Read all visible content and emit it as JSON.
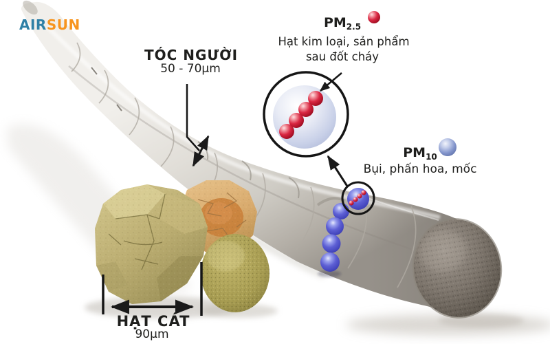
{
  "logo": {
    "air": "AIR",
    "sun": "SUN"
  },
  "labels": {
    "hair": {
      "title": "TÓC NGƯỜI",
      "size": "50 - 70µm"
    },
    "pm25": {
      "name": "PM",
      "sub": "2.5",
      "desc1": "Hạt kim loại, sản phẩm",
      "desc2": "sau đốt cháy"
    },
    "pm10": {
      "name": "PM",
      "sub": "10",
      "desc": "Bụi, phấn hoa, mốc"
    },
    "sand": {
      "title": "HẠT CÁT",
      "size": "90µm"
    }
  },
  "palette": {
    "logo_air_blue": "#2f80a6",
    "logo_sun_orange": "#f7941e",
    "pm25_red": "#c8182f",
    "pm10_blue": "#5a68b8",
    "chain_blue": "#4b4ec6",
    "hair_gray": "#d6d2cb",
    "hair_end_gray": "#6b635c",
    "sand_khaki": "#bcae72",
    "sand_tan": "#d9ab6e",
    "sand_green": "#a89d52",
    "text": "#1e1e1c",
    "background": "#ffffff"
  }
}
